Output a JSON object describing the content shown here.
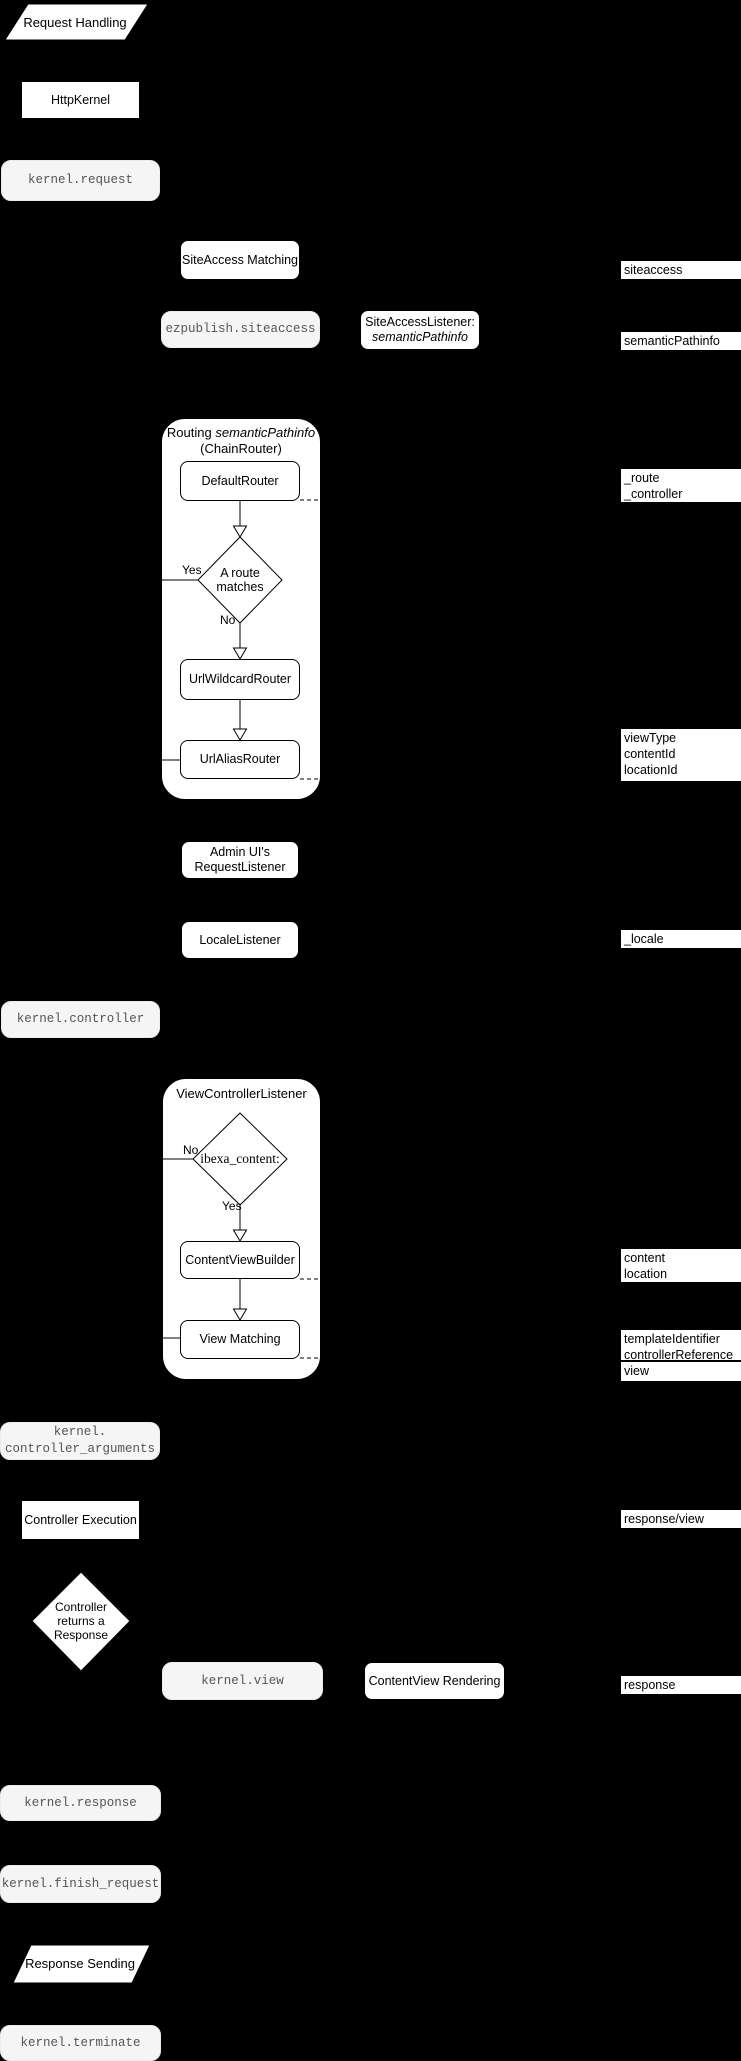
{
  "colors": {
    "background": "#000000",
    "node_fill": "#ffffff",
    "node_border": "#000000",
    "event_fill": "#f5f5f5",
    "event_text": "#555555",
    "edge_label_fill": "#ffffff"
  },
  "nodes": {
    "request_handling": {
      "label": "Request Handling"
    },
    "http_kernel": {
      "label": "HttpKernel"
    },
    "kernel_request": {
      "label": "kernel.request"
    },
    "siteaccess_matching": {
      "label": "SiteAccess Matching"
    },
    "ezpublish_siteaccess": {
      "label": "ezpublish.siteaccess"
    },
    "siteaccess_listener": {
      "line1": "SiteAccessListener:",
      "line2": "semanticPathinfo"
    },
    "routing_container": {
      "title_prefix": "Routing ",
      "title_italic": "semanticPathinfo",
      "title_line2": "(ChainRouter)"
    },
    "default_router": {
      "label": "DefaultRouter"
    },
    "route_matches_decision": {
      "line1": "A route",
      "line2": "matches",
      "yes": "Yes",
      "no": "No"
    },
    "url_wildcard_router": {
      "label": "UrlWildcardRouter"
    },
    "url_alias_router": {
      "label": "UrlAliasRouter"
    },
    "admin_request_listener": {
      "line1": "Admin UI's",
      "line2": "RequestListener"
    },
    "locale_listener": {
      "label": "LocaleListener"
    },
    "kernel_controller": {
      "label": "kernel.controller"
    },
    "view_controller_listener": {
      "title": "ViewControllerListener"
    },
    "ibexa_content_decision": {
      "label": "ibexa_content:",
      "yes": "Yes",
      "no": "No"
    },
    "content_view_builder": {
      "label": "ContentViewBuilder"
    },
    "view_matching": {
      "label": "View Matching"
    },
    "kernel_controller_arguments": {
      "line1": "kernel.",
      "line2": "controller_arguments"
    },
    "controller_execution": {
      "label": "Controller Execution"
    },
    "controller_returns_decision": {
      "line1": "Controller",
      "line2": "returns a",
      "line3": "Response"
    },
    "kernel_view": {
      "label": "kernel.view"
    },
    "contentview_rendering": {
      "label": "ContentView Rendering"
    },
    "kernel_response": {
      "label": "kernel.response"
    },
    "kernel_finish_request": {
      "label": "kernel.finish_request"
    },
    "response_sending": {
      "label": "Response Sending"
    },
    "kernel_terminate": {
      "label": "kernel.terminate"
    }
  },
  "edge_labels": {
    "siteaccess": {
      "line1": "siteaccess"
    },
    "semantic_pathinfo": {
      "line1": "semanticPathinfo"
    },
    "route_controller": {
      "line1": "_route",
      "line2": "_controller"
    },
    "routing_params": {
      "line1": "viewType",
      "line2": "contentId",
      "line3": "locationId"
    },
    "locale": {
      "line1": "_locale"
    },
    "content_location": {
      "line1": "content",
      "line2": "location"
    },
    "template_controller": {
      "line1": "templateIdentifier",
      "line2": "controllerReference"
    },
    "view": {
      "line1": "view"
    },
    "response_view": {
      "line1": "response/view"
    },
    "response": {
      "line1": "response"
    }
  }
}
